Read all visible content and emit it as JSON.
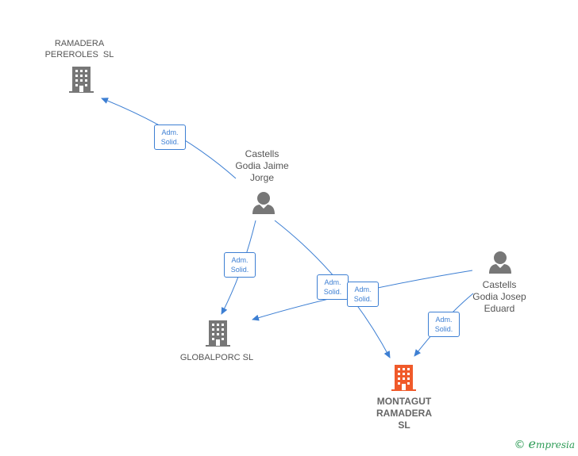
{
  "nodes": {
    "ramadera": {
      "label_line1": "RAMADERA",
      "label_line2": "PEREROLES  SL",
      "type": "company"
    },
    "jaime": {
      "label_line1": "Castells",
      "label_line2": "Godia Jaime",
      "label_line3": "Jorge",
      "type": "person"
    },
    "globalporc": {
      "label_line1": "GLOBALPORC SL",
      "type": "company"
    },
    "montagut": {
      "label_line1": "MONTAGUT",
      "label_line2": "RAMADERA",
      "label_line3": "SL",
      "type": "company-main"
    },
    "josep": {
      "label_line1": "Castells",
      "label_line2": "Godia Josep",
      "label_line3": "Eduard",
      "type": "person"
    }
  },
  "edges": [
    {
      "id": "jaime-ramadera",
      "from": "jaime",
      "to": "ramadera",
      "line1": "Adm.",
      "line2": "Solid."
    },
    {
      "id": "jaime-globalporc",
      "from": "jaime",
      "to": "globalporc",
      "line1": "Adm.",
      "line2": "Solid."
    },
    {
      "id": "jaime-montagut",
      "from": "jaime",
      "to": "montagut",
      "line1": "Adm.",
      "line2": "Solid."
    },
    {
      "id": "josep-globalporc",
      "from": "josep",
      "to": "globalporc",
      "line1": "Adm.",
      "line2": "Solid."
    },
    {
      "id": "josep-montagut",
      "from": "josep",
      "to": "montagut",
      "line1": "Adm.",
      "line2": "Solid."
    }
  ],
  "colors": {
    "edge": "#3d7fd3",
    "company_icon": "#777777",
    "main_company_icon": "#f05a2a",
    "person_icon": "#777777",
    "brand": "#2c9b55"
  },
  "icons": {
    "company": "building-icon",
    "person": "person-icon"
  },
  "footer": {
    "copyright_symbol": "©",
    "brand_name": "mpresia",
    "brand_initial": "e"
  }
}
